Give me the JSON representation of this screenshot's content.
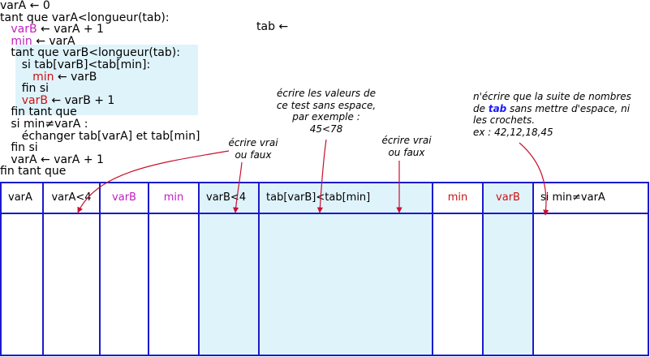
{
  "algorithm": {
    "lines": [
      {
        "indent": "",
        "parts": [
          {
            "t": "varA ← 0",
            "c": ""
          }
        ]
      },
      {
        "indent": "",
        "parts": [
          {
            "t": "tant que varA<longueur(tab):",
            "c": ""
          }
        ]
      },
      {
        "indent": "   ",
        "parts": [
          {
            "t": "varB",
            "c": "kw-m"
          },
          {
            "t": " ← varA + 1",
            "c": ""
          }
        ]
      },
      {
        "indent": "   ",
        "parts": [
          {
            "t": "min",
            "c": "kw-m"
          },
          {
            "t": " ← varA",
            "c": ""
          }
        ]
      },
      {
        "indent": "   ",
        "parts": [
          {
            "t": "tant que varB<longueur(tab):",
            "c": ""
          }
        ]
      },
      {
        "indent": "      ",
        "parts": [
          {
            "t": "si tab[varB]<tab[min]:",
            "c": ""
          }
        ]
      },
      {
        "indent": "         ",
        "parts": [
          {
            "t": "min",
            "c": "kw-r"
          },
          {
            "t": " ← varB",
            "c": ""
          }
        ]
      },
      {
        "indent": "      ",
        "parts": [
          {
            "t": "fin si",
            "c": ""
          }
        ]
      },
      {
        "indent": "      ",
        "parts": [
          {
            "t": "varB",
            "c": "kw-r"
          },
          {
            "t": " ← varB + 1",
            "c": ""
          }
        ]
      },
      {
        "indent": "   ",
        "parts": [
          {
            "t": "fin tant que",
            "c": ""
          }
        ]
      },
      {
        "indent": "   ",
        "parts": [
          {
            "t": "si min≠varA :",
            "c": ""
          }
        ]
      },
      {
        "indent": "      ",
        "parts": [
          {
            "t": "échanger tab[varA] et tab[min]",
            "c": ""
          }
        ]
      },
      {
        "indent": "   ",
        "parts": [
          {
            "t": "fin si",
            "c": ""
          }
        ]
      },
      {
        "indent": "   ",
        "parts": [
          {
            "t": "varA ← varA + 1",
            "c": ""
          }
        ]
      },
      {
        "indent": "",
        "parts": [
          {
            "t": "fin tant que",
            "c": ""
          }
        ]
      }
    ]
  },
  "tab_label": "tab ←",
  "notes": {
    "test_values": [
      "écrire les valeurs de",
      "ce test sans espace,",
      "par exemple :",
      "45<78"
    ],
    "vrai_faux_1": [
      "écrire vrai",
      "ou faux"
    ],
    "vrai_faux_2": [
      "écrire vrai",
      "ou faux"
    ],
    "tab_note_line1": "n'écrire que la suite de nombres",
    "tab_note_line2_pre": "de ",
    "tab_note_line2_strong": "tab",
    "tab_note_line2_post": " sans mettre d'espace, ni",
    "tab_note_line3": "les crochets.",
    "tab_note_line4": "ex : 42,12,18,45"
  },
  "table": {
    "headers": [
      {
        "key": "varA",
        "label": "varA",
        "style": ""
      },
      {
        "key": "varA<4",
        "label": "varA<4",
        "style": ""
      },
      {
        "key": "varB",
        "label": "varB",
        "style": "magenta"
      },
      {
        "key": "min",
        "label": "min",
        "style": "magenta"
      },
      {
        "key": "varB<4",
        "label": "varB<4",
        "style": ""
      },
      {
        "key": "tab[varB]<tab[min]",
        "label": "tab[varB]<tab[min]",
        "style": ""
      },
      {
        "key": "min2",
        "label": "min",
        "style": "red"
      },
      {
        "key": "varB2",
        "label": "varB",
        "style": "red"
      },
      {
        "key": "si",
        "label": "si min≠varA",
        "style": ""
      }
    ],
    "cell_values": [
      "",
      "",
      "",
      "",
      "",
      "",
      "",
      "",
      ""
    ]
  },
  "tab_value": "",
  "colors": {
    "grid_line": "#1a1acc",
    "highlight": "#dff3fb",
    "arrow": "#c8102e",
    "magenta": "#c020c0",
    "red": "#d01010",
    "strong_blue": "#1a1aff"
  }
}
